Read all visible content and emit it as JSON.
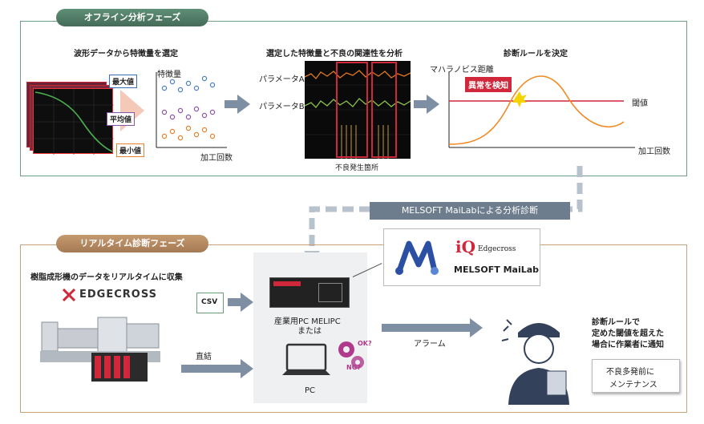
{
  "offline_phase": {
    "banner": "オフライン分析フェーズ",
    "col1_title": "波形データから特徴量を選定",
    "feature_label": "特徴量",
    "max_label": "最大値",
    "avg_label": "平均値",
    "min_label": "最小値",
    "count_label": "加工回数",
    "col2_title": "選定した特徴量と不良の関連性を分析",
    "param_a": "パラメータA",
    "param_b": "パラメータB",
    "defect_location": "不良発生箇所",
    "col3_title": "診断ルールを決定",
    "mahalanobis": "マハラノビス距離",
    "anomaly_detected": "異常を検知",
    "threshold": "閾値",
    "count_label2": "加工回数"
  },
  "link_label": "MELSOFT MaiLabによる分析診断",
  "realtime_phase": {
    "banner": "リアルタイム診断フェーズ",
    "collect_title": "樹脂成形機のデータをリアルタイムに収集",
    "edgecross": "EDGECROSS",
    "csv": "CSV",
    "direct": "直結",
    "pc_melipc": "産業用PC MELIPC",
    "or": "または",
    "pc": "PC",
    "ok": "OK?",
    "ng": "NG?",
    "alarm": "アラーム",
    "iq_logo": "iQ",
    "iq_sub": "Edgecross",
    "mailab": "MELSOFT MaiLab",
    "notify1": "診断ルールで",
    "notify2": "定めた閾値を超えた",
    "notify3": "場合に作業者に通知",
    "maint1": "不良多発前に",
    "maint2": "メンテナンス"
  },
  "colors": {
    "offline_green": "#4f7f67",
    "realtime_tan": "#b48a62",
    "arrow_gray": "#7f8fa3",
    "red": "#d0273b",
    "orange": "#f08a24"
  }
}
